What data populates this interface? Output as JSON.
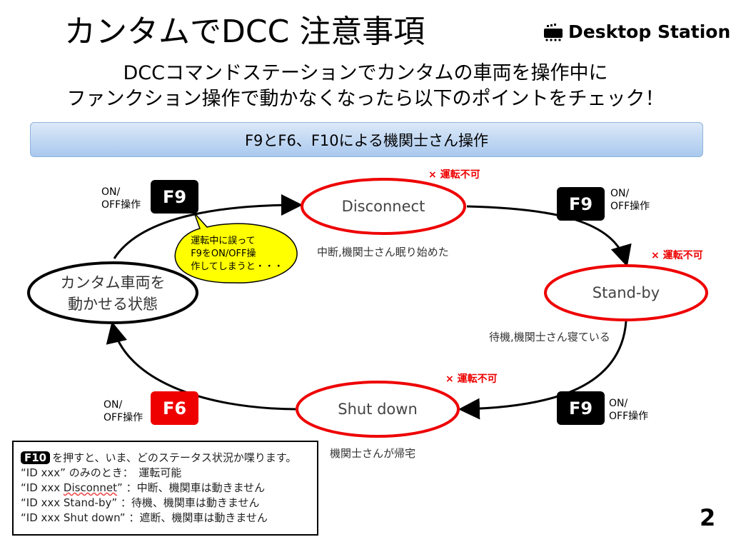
{
  "title": "カンタムでDCC 注意事項",
  "logo": {
    "text": "Desktop Station"
  },
  "subtitle": [
    "DCCコマンドステーションでカンタムの車両を操作中に",
    "ファンクション操作で動かなくなったら以下のポイントをチェック！"
  ],
  "banner": "F9とF6、F10による機関士さん操作",
  "states": {
    "normal": "カンタム車両を\n動かせる状態",
    "disconnect": "Disconnect",
    "standby": "Stand-by",
    "shutdown": "Shut down"
  },
  "badges": {
    "f9_a": "F9",
    "f9_b": "F9",
    "f9_c": "F9",
    "f6": "F6"
  },
  "onoff": "ON/\nOFF操作",
  "not_operable": "× 運転不可",
  "notes": {
    "disconnect": "中断,機関士さん眠り始めた",
    "standby": "待機,機関士さん寝ている",
    "shutdown": "機関士さんが帰宅"
  },
  "bubble": "運転中に誤って\nF9をON/OFF操\n作してしまうと・・・",
  "colors": {
    "red": "#ee0000",
    "black": "#000000",
    "bubble": "#ffff00"
  },
  "legend": {
    "key": "F10",
    "intro": "を押すと、いま、どのステータス状況か喋ります。",
    "lines": [
      {
        "q": "“ID xxx”",
        "pre": "",
        "u": "",
        "post": "",
        "desc": "のみのとき：　運転可能"
      },
      {
        "q": "",
        "pre": "“ID xxx ",
        "u": "Disconnet",
        "post": "”",
        "desc": "：中断、機関車は動きません"
      },
      {
        "q": "“ID xxx Stand-by”",
        "pre": "",
        "u": "",
        "post": "",
        "desc": "：待機、機関車は動きません"
      },
      {
        "q": "“ID xxx Shut down”",
        "pre": "",
        "u": "",
        "post": "",
        "desc": "：遮断、機関車は動きません"
      }
    ]
  },
  "page_number": "2"
}
